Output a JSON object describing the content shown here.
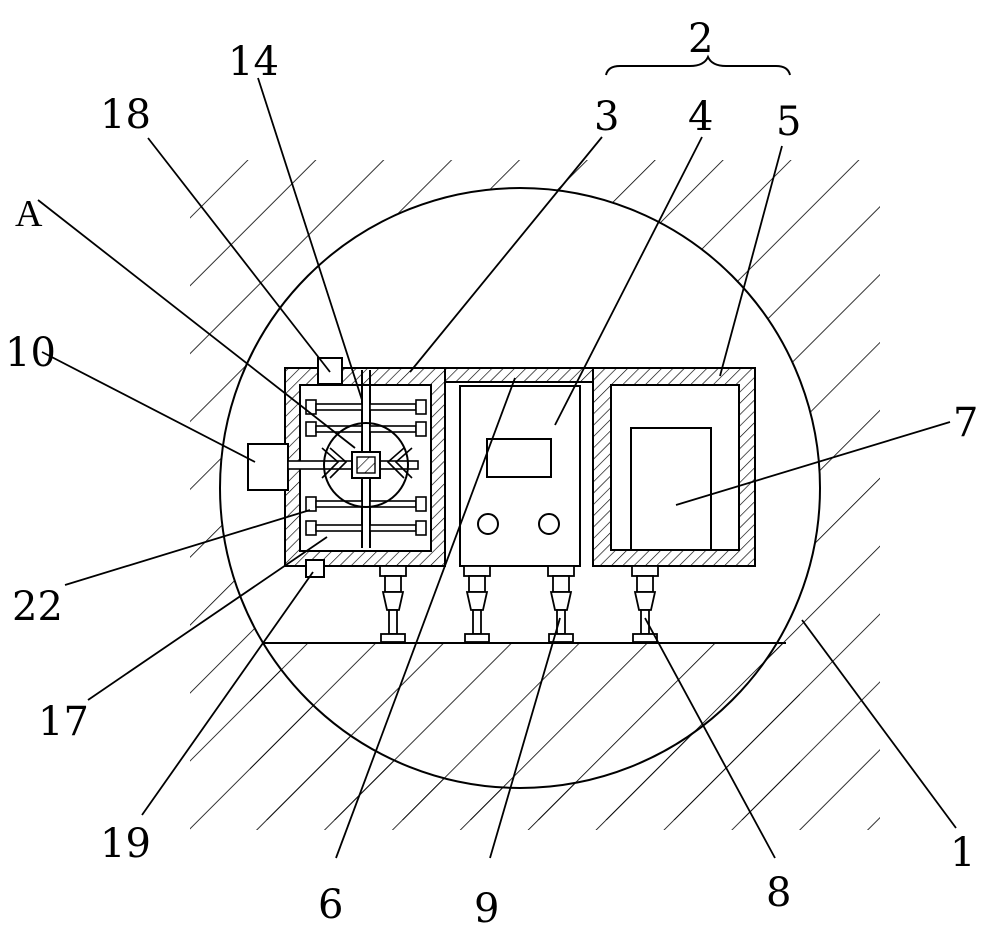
{
  "labels": {
    "l1": "1",
    "l2": "2",
    "l3": "3",
    "l4": "4",
    "l5": "5",
    "l6": "6",
    "l7": "7",
    "l8": "8",
    "l9": "9",
    "l10": "10",
    "l14": "14",
    "l17": "17",
    "l18": "18",
    "l19": "19",
    "l22": "22",
    "lA": "A"
  },
  "colors": {
    "stroke": "#000000",
    "background": "#ffffff"
  }
}
